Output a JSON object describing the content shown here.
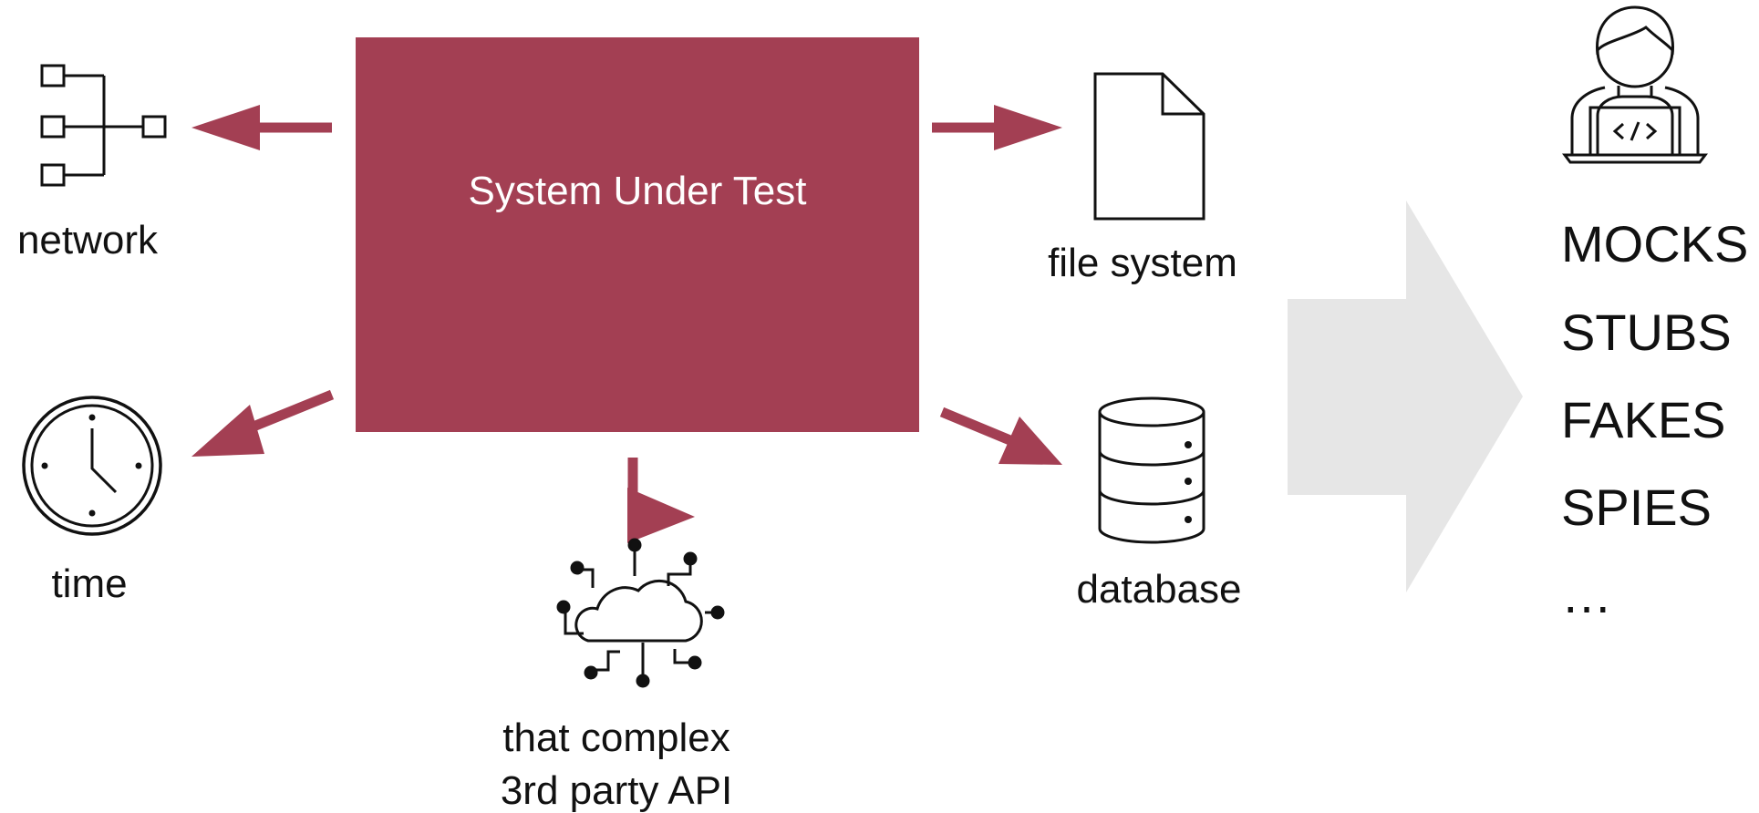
{
  "system": {
    "label": "System Under Test"
  },
  "dependencies": {
    "network": "network",
    "time": "time",
    "api_line1": "that complex",
    "api_line2": "3rd party API",
    "file_system": "file system",
    "database": "database"
  },
  "test_doubles": [
    "MOCKS",
    "STUBS",
    "FAKES",
    "SPIES",
    "…"
  ],
  "icons": {
    "network": "network-tree-icon",
    "time": "clock-icon",
    "api": "cloud-api-icon",
    "file_system": "file-icon",
    "database": "database-icon",
    "developer": "developer-laptop-icon",
    "big_arrow": "right-arrow-icon"
  },
  "colors": {
    "accent": "#a33f53",
    "arrow_fill": "#e6e6e6",
    "ink": "#111111"
  }
}
